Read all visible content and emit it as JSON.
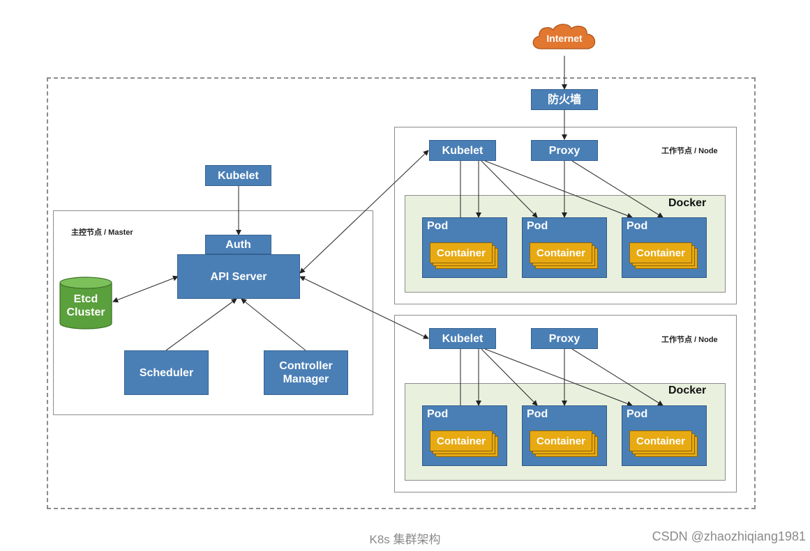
{
  "internet": "Internet",
  "firewall": "防火墙",
  "master": {
    "label": "主控节点 / Master",
    "kubelet": "Kubelet",
    "auth": "Auth",
    "api_server": "API Server",
    "etcd_line1": "Etcd",
    "etcd_line2": "Cluster",
    "scheduler": "Scheduler",
    "controller_line1": "Controller",
    "controller_line2": "Manager"
  },
  "nodes": [
    {
      "label": "工作节点 / Node",
      "kubelet": "Kubelet",
      "proxy": "Proxy",
      "docker": "Docker",
      "pods": [
        {
          "label": "Pod",
          "container": "Container"
        },
        {
          "label": "Pod",
          "container": "Container"
        },
        {
          "label": "Pod",
          "container": "Container"
        }
      ]
    },
    {
      "label": "工作节点 / Node",
      "kubelet": "Kubelet",
      "proxy": "Proxy",
      "docker": "Docker",
      "pods": [
        {
          "label": "Pod",
          "container": "Container"
        },
        {
          "label": "Pod",
          "container": "Container"
        },
        {
          "label": "Pod",
          "container": "Container"
        }
      ]
    }
  ],
  "caption": "K8s 集群架构",
  "watermark": "CSDN @zhaozhiqiang1981",
  "colors": {
    "box_blue": "#4a7fb6",
    "container_orange": "#e8aa12",
    "cloud_orange": "#e2772f",
    "etcd_green": "#5aa03c",
    "docker_bg": "#e9f1de"
  }
}
